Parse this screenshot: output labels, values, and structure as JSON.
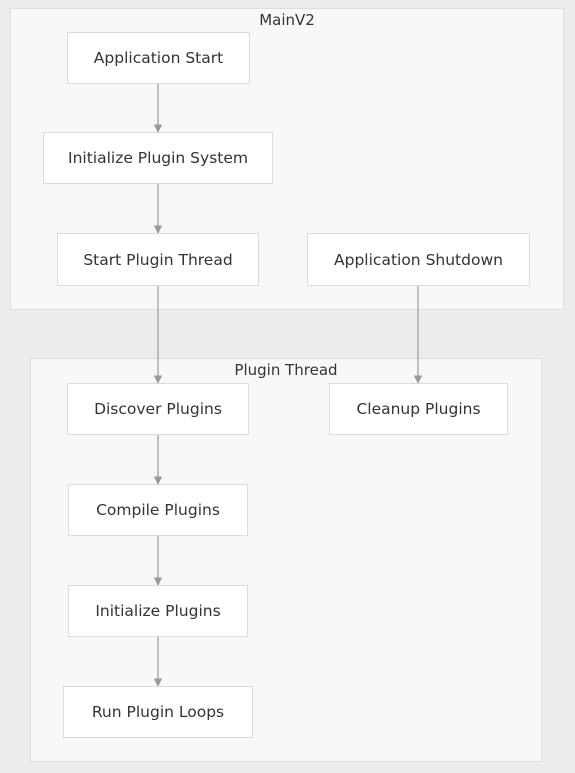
{
  "diagram": {
    "clusters": {
      "main": {
        "label": "MainV2"
      },
      "plugin": {
        "label": "Plugin Thread"
      }
    },
    "nodes": {
      "app_start": "Application Start",
      "init_system": "Initialize Plugin System",
      "start_thread": "Start Plugin Thread",
      "app_shutdown": "Application Shutdown",
      "discover": "Discover Plugins",
      "cleanup": "Cleanup Plugins",
      "compile": "Compile Plugins",
      "initialize": "Initialize Plugins",
      "run_loops": "Run Plugin Loops"
    },
    "edges": [
      [
        "app_start",
        "init_system"
      ],
      [
        "init_system",
        "start_thread"
      ],
      [
        "start_thread",
        "discover"
      ],
      [
        "app_shutdown",
        "cleanup"
      ],
      [
        "discover",
        "compile"
      ],
      [
        "compile",
        "initialize"
      ],
      [
        "initialize",
        "run_loops"
      ]
    ],
    "colors": {
      "edge": "#999999",
      "node_border": "#dcdcdc",
      "cluster_fill": "#f8f8f8"
    }
  }
}
